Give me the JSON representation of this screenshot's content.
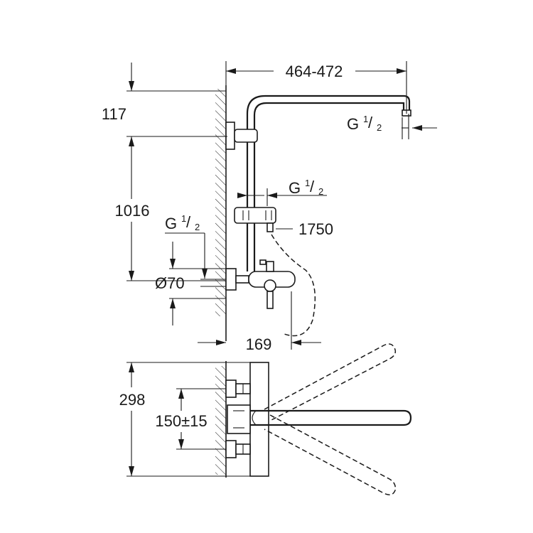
{
  "labels": {
    "head_projection": "464-472",
    "head_height": "117",
    "rail_length": "1016",
    "thread_top_g": "G",
    "thread_top_num": "1",
    "thread_top_den": "2",
    "thread_mid_g": "G",
    "thread_mid_num": "1",
    "thread_mid_den": "2",
    "thread_inlet_g": "G",
    "thread_inlet_num": "1",
    "thread_inlet_den": "2",
    "hose_length": "1750",
    "diameter": "Ø70",
    "spout_projection": "169",
    "total_depth": "298",
    "centers": "150±15"
  }
}
